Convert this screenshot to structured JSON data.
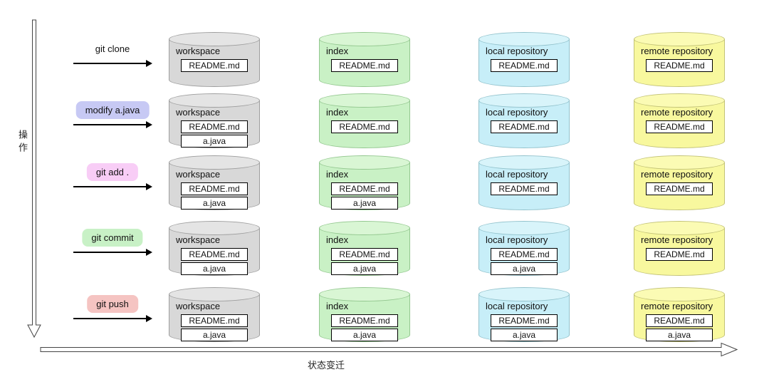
{
  "axes": {
    "y_label": "操作",
    "x_label": "状态变迁"
  },
  "columns": [
    {
      "id": "workspace",
      "label": "workspace",
      "color": "#d8d8d8",
      "top_color": "#e4e4e4",
      "border": "#9e9e9e"
    },
    {
      "id": "index",
      "label": "index",
      "color": "#c9f1c5",
      "top_color": "#d9f6d4",
      "border": "#93c78f"
    },
    {
      "id": "local-repository",
      "label": "local repository",
      "color": "#c7eef8",
      "top_color": "#d8f4fa",
      "border": "#92c2cc"
    },
    {
      "id": "remote-repository",
      "label": "remote repository",
      "color": "#f8f89e",
      "top_color": "#fbfbb4",
      "border": "#c2c276"
    }
  ],
  "rows": [
    {
      "operation": {
        "label": "git clone",
        "badge": false,
        "color": ""
      },
      "states": [
        [
          "README.md"
        ],
        [
          "README.md"
        ],
        [
          "README.md"
        ],
        [
          "README.md"
        ]
      ]
    },
    {
      "operation": {
        "label": "modify a.java",
        "badge": true,
        "color": "#c7c9f4"
      },
      "states": [
        [
          "README.md",
          "a.java"
        ],
        [
          "README.md"
        ],
        [
          "README.md"
        ],
        [
          "README.md"
        ]
      ]
    },
    {
      "operation": {
        "label": "git add .",
        "badge": true,
        "color": "#f8cdf6"
      },
      "states": [
        [
          "README.md",
          "a.java"
        ],
        [
          "README.md",
          "a.java"
        ],
        [
          "README.md"
        ],
        [
          "README.md"
        ]
      ]
    },
    {
      "operation": {
        "label": "git commit",
        "badge": true,
        "color": "#c8f1c6"
      },
      "states": [
        [
          "README.md",
          "a.java"
        ],
        [
          "README.md",
          "a.java"
        ],
        [
          "README.md",
          "a.java"
        ],
        [
          "README.md"
        ]
      ]
    },
    {
      "operation": {
        "label": "git push",
        "badge": true,
        "color": "#f5c4c2"
      },
      "states": [
        [
          "README.md",
          "a.java"
        ],
        [
          "README.md",
          "a.java"
        ],
        [
          "README.md",
          "a.java"
        ],
        [
          "README.md",
          "a.java"
        ]
      ]
    }
  ]
}
